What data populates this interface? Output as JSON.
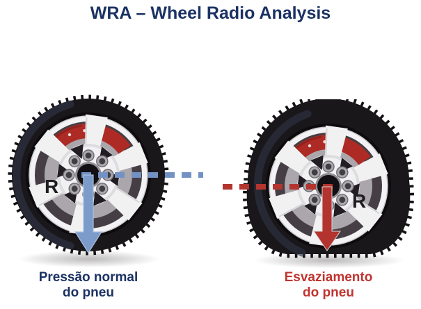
{
  "title": "WRA – Wheel Radio Analysis",
  "wheels": {
    "left": {
      "state": "normal-pressure",
      "radius_label": "R",
      "caption": {
        "line1": "Pressão normal",
        "line2": "do pneu"
      },
      "arrow": "down-arrow",
      "arrow_color": "#7b9bca",
      "arrow_edge_color": "#adc0dd",
      "dashed_line_color": "#7392c4"
    },
    "right": {
      "state": "deflated",
      "radius_label": "R",
      "caption": {
        "line1": "Esvaziamento",
        "line2": "do pneu"
      },
      "arrow": "down-arrow",
      "arrow_color": "#b3342e",
      "arrow_edge_color": "#d8d4d4",
      "dashed_line_color": "#b23530"
    }
  },
  "colors": {
    "title_text": "#1b3263",
    "left_caption_text": "#1b3263",
    "right_caption_text": "#c0342f",
    "radius_label_text": "#1f1d20",
    "tire": "#1a171b",
    "rim_lip": "#f4f4f5",
    "rim_barrel": "#453e44",
    "brake_caliper": "#ae2a24",
    "background": "#ffffff"
  }
}
